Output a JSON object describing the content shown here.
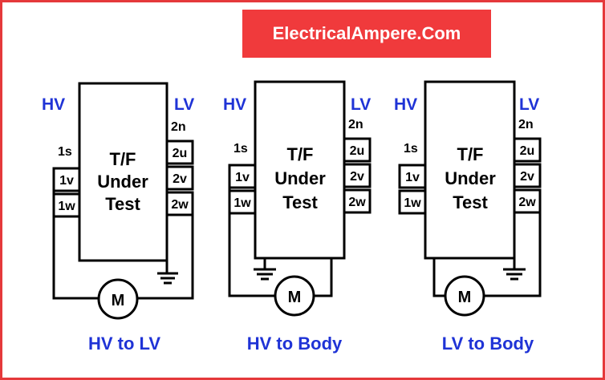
{
  "brand": {
    "text": "ElectricalAmpere.Com"
  },
  "colors": {
    "accent": "#f03a3c",
    "label": "#1f33d6",
    "border": "#e5393b"
  },
  "diagrams": [
    {
      "hv_label": "HV",
      "lv_label": "LV",
      "body_line1": "T/F",
      "body_line2": "Under",
      "body_line3": "Test",
      "hv_terminals": [
        "1s",
        "1v",
        "1w"
      ],
      "lv_terminals": [
        "2n",
        "2u",
        "2v",
        "2w"
      ],
      "meter": "M",
      "caption": "HV to LV"
    },
    {
      "hv_label": "HV",
      "lv_label": "LV",
      "body_line1": "T/F",
      "body_line2": "Under",
      "body_line3": "Test",
      "hv_terminals": [
        "1s",
        "1v",
        "1w"
      ],
      "lv_terminals": [
        "2n",
        "2u",
        "2v",
        "2w"
      ],
      "meter": "M",
      "caption": "HV to Body"
    },
    {
      "hv_label": "HV",
      "lv_label": "LV",
      "body_line1": "T/F",
      "body_line2": "Under",
      "body_line3": "Test",
      "hv_terminals": [
        "1s",
        "1v",
        "1w"
      ],
      "lv_terminals": [
        "2n",
        "2u",
        "2v",
        "2w"
      ],
      "meter": "M",
      "caption": "LV to Body"
    }
  ]
}
